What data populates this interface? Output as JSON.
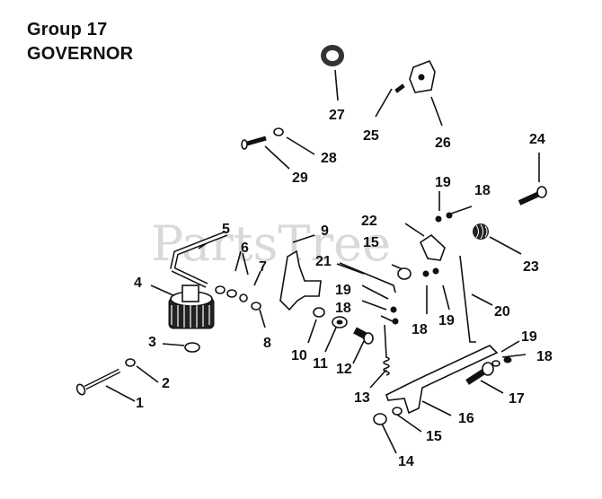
{
  "header": {
    "group": "Group 17",
    "title": "GOVERNOR"
  },
  "watermark": "PartsTree",
  "callouts": [
    "1",
    "2",
    "3",
    "4",
    "5",
    "6",
    "7",
    "8",
    "9",
    "10",
    "11",
    "12",
    "13",
    "14",
    "15",
    "16",
    "17",
    "18",
    "19",
    "20",
    "21",
    "22",
    "23",
    "24",
    "25",
    "26",
    "27",
    "28",
    "29"
  ],
  "callouts_repeat": {
    "r15b": "15",
    "r18b": "18",
    "r18c": "18",
    "r18d": "18",
    "r19b": "19",
    "r19c": "19",
    "r19d": "19"
  }
}
